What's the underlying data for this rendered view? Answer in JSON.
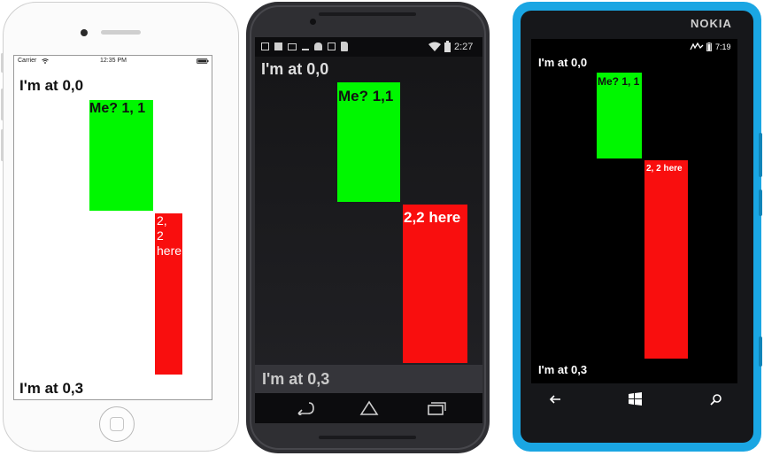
{
  "colors": {
    "green": "#00f700",
    "red": "#f90e0e",
    "ios_text": "#111111",
    "android_text": "#dedede",
    "wp_text": "#ffffff"
  },
  "ios": {
    "status": {
      "carrier": "Carrier",
      "wifi_icon": "wifi-icon",
      "time": "12:35 PM",
      "battery_icon": "battery-icon"
    },
    "labels": {
      "top_left": "I'm at 0,0",
      "green": "Me? 1, 1",
      "red": "2, 2 here",
      "bottom_left": "I'm at 0,3"
    }
  },
  "android": {
    "status": {
      "time": "2:27",
      "notification_icons": [
        "tablet-icon",
        "image-icon",
        "gmail-icon",
        "download-icon",
        "android-icon",
        "calendar-icon",
        "sd-card-icon"
      ],
      "wifi_icon": "wifi-icon",
      "battery_icon": "battery-icon"
    },
    "labels": {
      "top_left": "I'm at 0,0",
      "green": "Me? 1,1",
      "red": "2,2 here",
      "bottom_left": "I'm at 0,3"
    },
    "nav": [
      "back-icon",
      "home-icon",
      "recents-icon"
    ]
  },
  "wp": {
    "brand": "NOKIA",
    "status": {
      "signal_icon": "signal-icon",
      "battery_icon": "battery-icon",
      "time": "7:19"
    },
    "labels": {
      "top_left": "I'm at 0,0",
      "green": "Me? 1, 1",
      "red": "2, 2 here",
      "bottom_left": "I'm at 0,3"
    },
    "nav": [
      "back-arrow-icon",
      "windows-logo-icon",
      "search-icon"
    ]
  }
}
